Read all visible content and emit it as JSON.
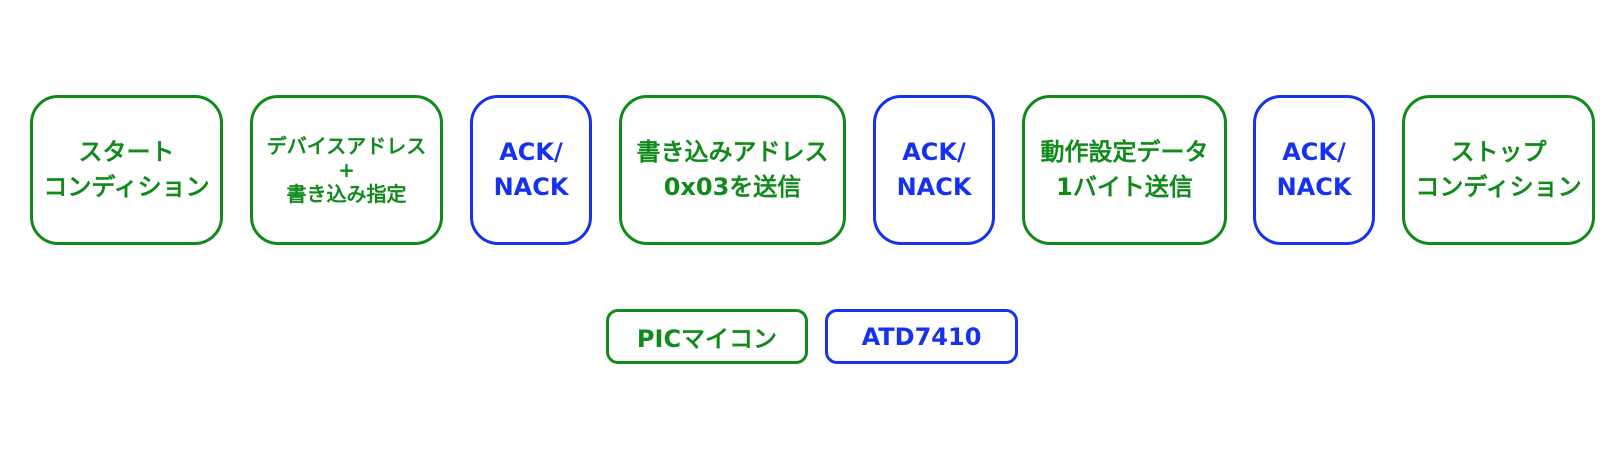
{
  "sequence": [
    {
      "lines": [
        "スタート",
        "コンディション"
      ],
      "color": "green"
    },
    {
      "lines": [
        "デバイスアドレス",
        "+",
        "書き込み指定"
      ],
      "color": "green"
    },
    {
      "lines": [
        "ACK/",
        "NACK"
      ],
      "color": "blue"
    },
    {
      "lines": [
        "書き込みアドレス",
        "0x03を送信"
      ],
      "color": "green"
    },
    {
      "lines": [
        "ACK/",
        "NACK"
      ],
      "color": "blue"
    },
    {
      "lines": [
        "動作設定データ",
        "1バイト送信"
      ],
      "color": "green"
    },
    {
      "lines": [
        "ACK/",
        "NACK"
      ],
      "color": "blue"
    },
    {
      "lines": [
        "ストップ",
        "コンディション"
      ],
      "color": "green"
    }
  ],
  "legend": [
    {
      "label": "PICマイコン",
      "color": "green"
    },
    {
      "label": "ATD7410",
      "color": "blue"
    }
  ],
  "colors": {
    "green": "#118a1c",
    "blue": "#1632ec"
  }
}
